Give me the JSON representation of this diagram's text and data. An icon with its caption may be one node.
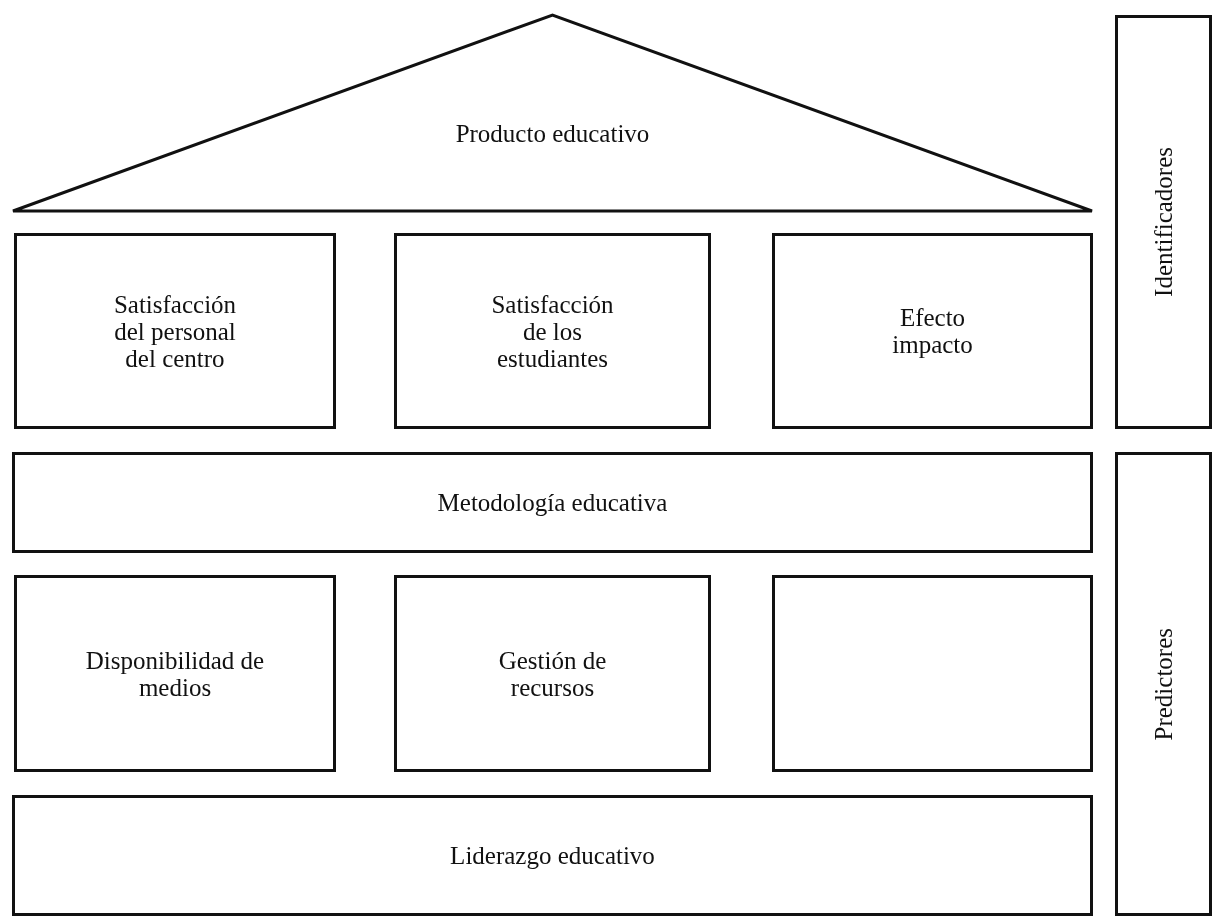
{
  "diagram": {
    "nodes": [
      {
        "text": [
          "Producto educativo"
        ]
      },
      {
        "text": [
          "Satisfacción del personal del centro"
        ]
      },
      {
        "text": [
          "Satisfacción de los estudiantes"
        ]
      },
      {
        "text": [
          "Efecto impacto"
        ]
      },
      {
        "text": [
          "Metodología educativa"
        ]
      },
      {
        "text": [
          "Disponibilidad de medios"
        ]
      },
      {
        "text": [
          "Gestión de recursos"
        ]
      },
      {
        "text": [],
        "shape": "box"
      },
      {
        "text": [
          "Liderazgo educativo"
        ]
      },
      {
        "text": [
          "Identificadores"
        ]
      },
      {
        "text": [
          "Predictores"
        ]
      }
    ],
    "edges": []
  }
}
